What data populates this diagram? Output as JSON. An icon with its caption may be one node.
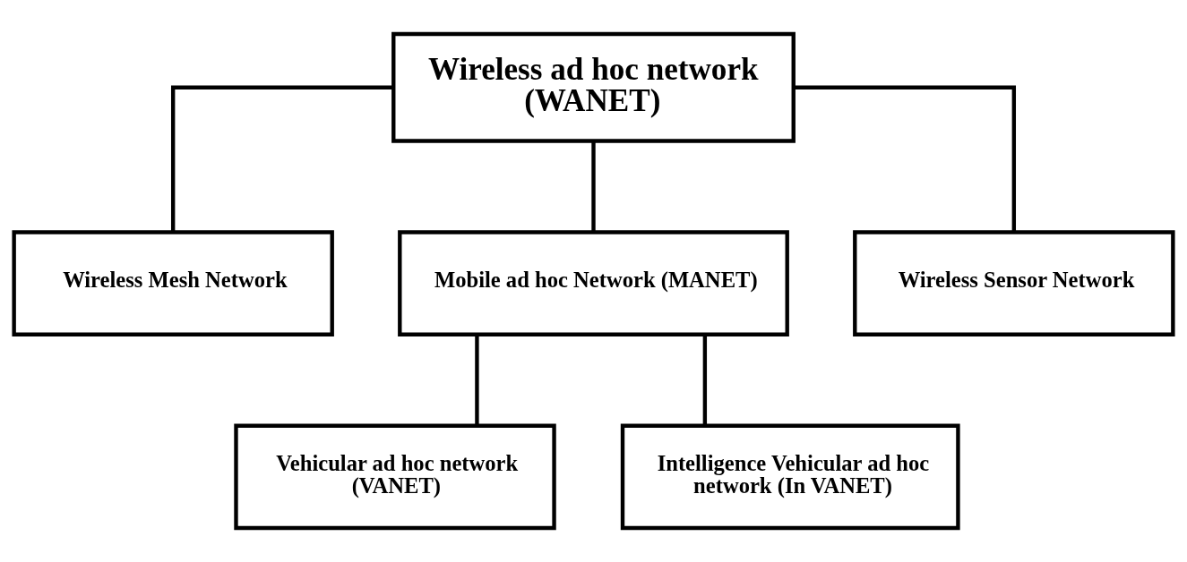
{
  "diagram": {
    "nodes": [
      {
        "text": [
          "Wireless ad hoc network (WANET)"
        ]
      },
      {
        "text": [
          "Wireless Mesh Network"
        ]
      },
      {
        "text": [
          "Mobile ad hoc Network (MANET)"
        ]
      },
      {
        "text": [
          "Wireless Sensor Network"
        ]
      },
      {
        "text": [
          "Vehicular ad hoc network (VANET)"
        ]
      },
      {
        "text": [
          "Intelligence Vehicular ad hoc network (In VANET)"
        ]
      }
    ],
    "edges": [
      {
        "from": 0,
        "to": 1,
        "arrow": "none"
      },
      {
        "from": 0,
        "to": 2,
        "arrow": "none"
      },
      {
        "from": 0,
        "to": 3,
        "arrow": "none"
      },
      {
        "from": 2,
        "to": 4,
        "arrow": "none"
      },
      {
        "from": 2,
        "to": 5,
        "arrow": "none"
      }
    ]
  }
}
